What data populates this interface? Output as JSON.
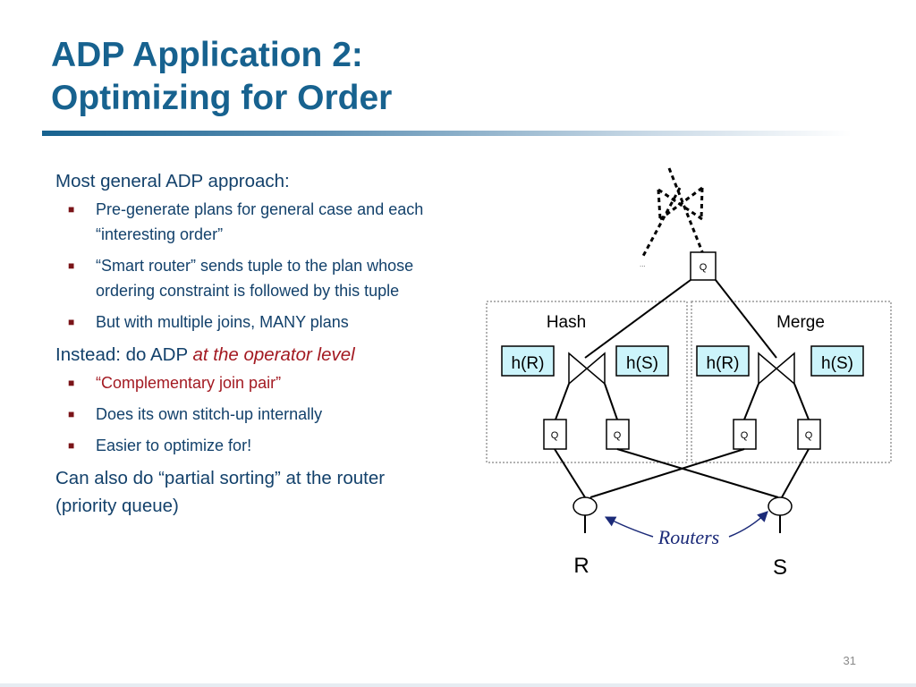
{
  "slide": {
    "title_line1": "ADP Application 2:",
    "title_line2": "Optimizing for Order",
    "page_number": "31"
  },
  "body": {
    "p1": "Most general ADP approach:",
    "p1_bullets": [
      "Pre-generate plans for general case and each “interesting order”",
      "“Smart router” sends tuple to the plan whose ordering constraint is followed by this tuple",
      "But with multiple joins, MANY plans"
    ],
    "p2_prefix": "Instead:  do ADP ",
    "p2_emphasis": "at the operator level",
    "p2_bullets": [
      "“Complementary join pair”",
      "Does its own stitch-up internally",
      "Easier to optimize for!"
    ],
    "p3": "Can also do “partial sorting” at the router (priority queue)"
  },
  "diagram": {
    "queue_label": "Q",
    "ellipsis": "...",
    "hash_label": "Hash",
    "merge_label": "Merge",
    "hash_r": "h(R)",
    "hash_s": "h(S)",
    "routers_label": "Routers",
    "source_r": "R",
    "source_s": "S"
  },
  "colors": {
    "title": "#17628f",
    "body_text": "#13416b",
    "emphasis": "#a31a22",
    "hash_box_fill": "#ccf4fb",
    "routers_text": "#1b2a78"
  }
}
